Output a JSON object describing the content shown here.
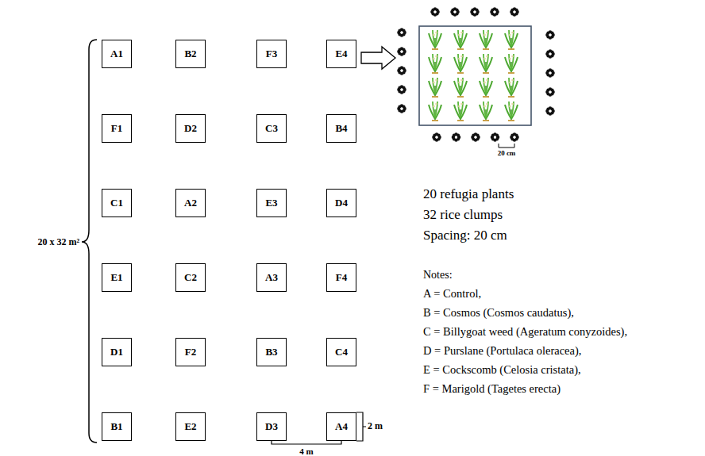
{
  "diagram": {
    "nodes": [
      {
        "text": [
          "A1"
        ]
      },
      {
        "text": [
          "B2"
        ]
      },
      {
        "text": [
          "F3"
        ]
      },
      {
        "text": [
          "E4"
        ]
      },
      {
        "text": [
          "F1"
        ]
      },
      {
        "text": [
          "D2"
        ]
      },
      {
        "text": [
          "C3"
        ]
      },
      {
        "text": [
          "B4"
        ]
      },
      {
        "text": [
          "C1"
        ]
      },
      {
        "text": [
          "A2"
        ]
      },
      {
        "text": [
          "E3"
        ]
      },
      {
        "text": [
          "D4"
        ]
      },
      {
        "text": [
          "E1"
        ]
      },
      {
        "text": [
          "C2"
        ]
      },
      {
        "text": [
          "A3"
        ]
      },
      {
        "text": [
          "F4"
        ]
      },
      {
        "text": [
          "D1"
        ]
      },
      {
        "text": [
          "F2"
        ]
      },
      {
        "text": [
          "B3"
        ]
      },
      {
        "text": [
          "C4"
        ]
      },
      {
        "text": [
          "B1"
        ]
      },
      {
        "text": [
          "E2"
        ]
      },
      {
        "text": [
          "D3"
        ]
      },
      {
        "text": [
          "A4"
        ]
      }
    ],
    "labels": [
      "20 x 32 m²",
      "2 m",
      "4 m",
      "20 cm",
      "20 refugia plants",
      "32 rice clumps",
      "Spacing: 20 cm",
      "Notes:",
      "A = Control,",
      "B = Cosmos (Cosmos caudatus),",
      "C = Billygoat weed (Ageratum conyzoides),",
      "D = Purslane (Portulaca oleracea),",
      "E = Cockscomb (Celosia cristata),",
      "F = Marigold (Tagetes erecta)"
    ]
  }
}
